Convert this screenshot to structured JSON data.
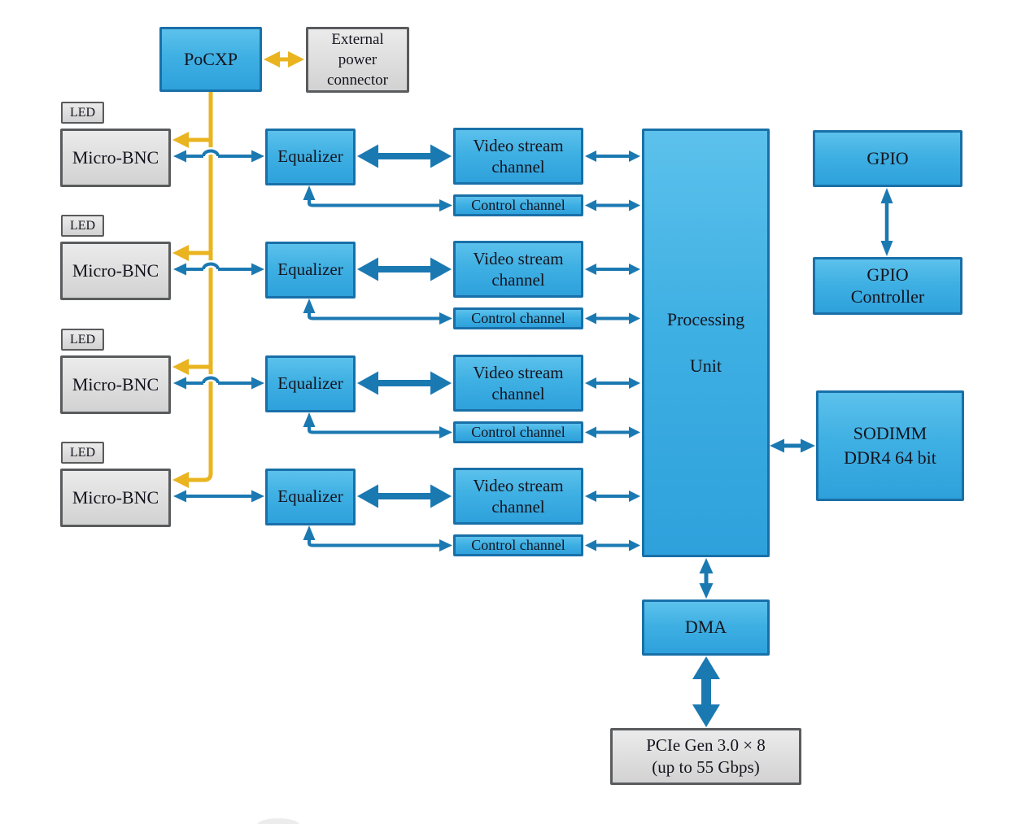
{
  "colors": {
    "background": "#ffffff",
    "blue_box_top": "#5cc1ec",
    "blue_box_bottom": "#2ea1dc",
    "blue_box_border": "#1970a8",
    "gray_box_top": "#ebebeb",
    "gray_box_bottom": "#d2d2d2",
    "gray_box_border": "#595b5d",
    "arrow_blue": "#1b79b2",
    "arrow_yellow": "#e9b41f",
    "text": "#14141e"
  },
  "blocks": {
    "pocxp": "PoCXP",
    "external_power_connector": "External\npower\nconnector",
    "led": "LED",
    "micro_bnc": "Micro-BNC",
    "equalizer": "Equalizer",
    "video_stream_channel": "Video stream\nchannel",
    "control_channel": "Control channel",
    "processing_unit": "Processing\n\nUnit",
    "gpio": "GPIO",
    "gpio_controller": "GPIO\nController",
    "sodimm": "SODIMM\nDDR4 64 bit",
    "dma": "DMA",
    "pcie": "PCIe Gen 3.0 × 8\n(up to 55 Gbps)"
  },
  "channel_row_count": 4
}
